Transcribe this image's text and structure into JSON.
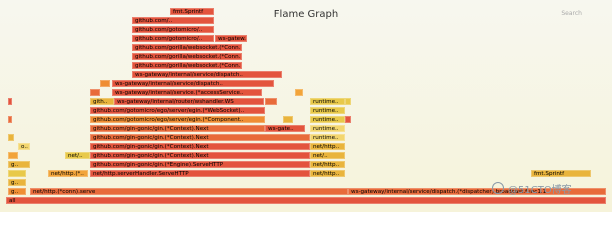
{
  "title": "Flame Graph",
  "search_label": "Search",
  "palette": {
    "red": "#e3543d",
    "redorange": "#e86b3a",
    "orange": "#ef8e34",
    "lightorange": "#f2a43a",
    "amber": "#e9b43c",
    "yellow": "#e8c94a",
    "pale": "#f3d66f",
    "salmon": "#f07b54"
  },
  "frames": [
    {
      "label": "all",
      "color": "red"
    },
    {
      "label": "net/http.(*conn).serve",
      "color": "redorange"
    },
    {
      "label": "ws-gateway/internal/service/dispatch.(*dispatcher).broadcast.func1.1",
      "color": "redorange"
    },
    {
      "label": "g..",
      "color": "orange"
    },
    {
      "label": "g..",
      "color": "amber"
    },
    {
      "label": "net/http.(*..",
      "color": "lightorange"
    },
    {
      "label": "github.com/gin-gonic/gin.(*Engine).ServeHTTP",
      "color": "red"
    },
    {
      "label": "net/http.serverHandler.ServeHTTP",
      "color": "red"
    },
    {
      "label": "net/http..",
      "color": "amber"
    },
    {
      "label": "fmt.Sprintf",
      "color": "amber"
    },
    {
      "label": "g..",
      "color": "amber"
    },
    {
      "label": "net/..",
      "color": "yellow"
    },
    {
      "label": "github.com/gin-gonic/gin.(*Context).Next",
      "color": "red"
    },
    {
      "label": "net/http..",
      "color": "amber"
    },
    {
      "label": "o..",
      "color": "pale"
    },
    {
      "label": "net/..",
      "color": "amber"
    },
    {
      "label": "github.com/gin-gonic/gin.(*Context).Next",
      "color": "red"
    },
    {
      "label": "net/http..",
      "color": "amber"
    },
    {
      "label": "github.com/gin-gonic/gin.(*Context).Next",
      "color": "redorange"
    },
    {
      "label": "runtime..",
      "color": "pale"
    },
    {
      "label": "github.com/gin-gonic/gin.(*Context).Next",
      "color": "redorange"
    },
    {
      "label": "ws-gate..",
      "color": "red"
    },
    {
      "label": "runtime..",
      "color": "pale"
    },
    {
      "label": "github.com/gotomicro/ego/server/egin.(*Component..",
      "color": "orange"
    },
    {
      "label": "runtime..",
      "color": "yellow"
    },
    {
      "label": "github.com/gotomicro/ego/server/egin.(*WebSocket)..",
      "color": "red"
    },
    {
      "label": "runtime..",
      "color": "yellow"
    },
    {
      "label": "gith..",
      "color": "amber"
    },
    {
      "label": "ws-gateway/internal/router/wshandler.WS",
      "color": "red"
    },
    {
      "label": "runtime..",
      "color": "yellow"
    },
    {
      "label": "ws-gateway/internal/service.(*accessService..",
      "color": "red"
    },
    {
      "label": "ws-gateway/internal/service/dispatch..",
      "color": "red"
    },
    {
      "label": "ws-gateway/internal/service/dispatch..",
      "color": "red"
    },
    {
      "label": "github.com/gorilla/websocket.(*Conn..",
      "color": "red"
    },
    {
      "label": "github.com/gorilla/websocket.(*Conn..",
      "color": "red"
    },
    {
      "label": "github.com/gorilla/websocket.(*Conn..",
      "color": "red"
    },
    {
      "label": "github.com/gotomicro/..",
      "color": "red"
    },
    {
      "label": "ws-gatew..",
      "color": "red"
    },
    {
      "label": "github.com/gotomicro/..",
      "color": "red"
    },
    {
      "label": "github.com/..",
      "color": "red"
    },
    {
      "label": "fmt.Sprintf",
      "color": "red"
    }
  ],
  "watermark": {
    "text": "@51CTO博客"
  }
}
